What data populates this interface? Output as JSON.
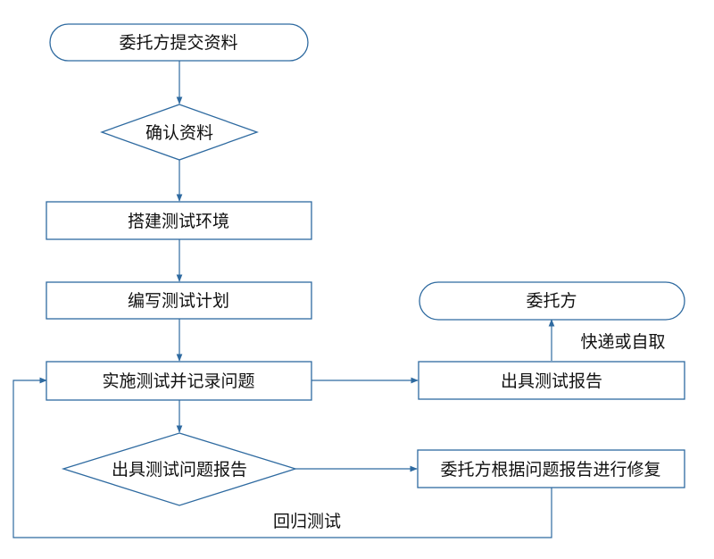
{
  "diagram": {
    "colors": {
      "stroke": "#2e6aa0",
      "text": "#111111",
      "background": "#ffffff"
    },
    "nodes": {
      "submit": "委托方提交资料",
      "confirm": "确认资料",
      "setup": "搭建测试环境",
      "plan": "编写测试计划",
      "execute": "实施测试并记录问题",
      "issues": "出具测试问题报告",
      "client": "委托方",
      "report": "出具测试报告",
      "fix": "委托方根据问题报告进行修复"
    },
    "edges": {
      "delivery": "快递或自取",
      "regression": "回归测试"
    }
  }
}
